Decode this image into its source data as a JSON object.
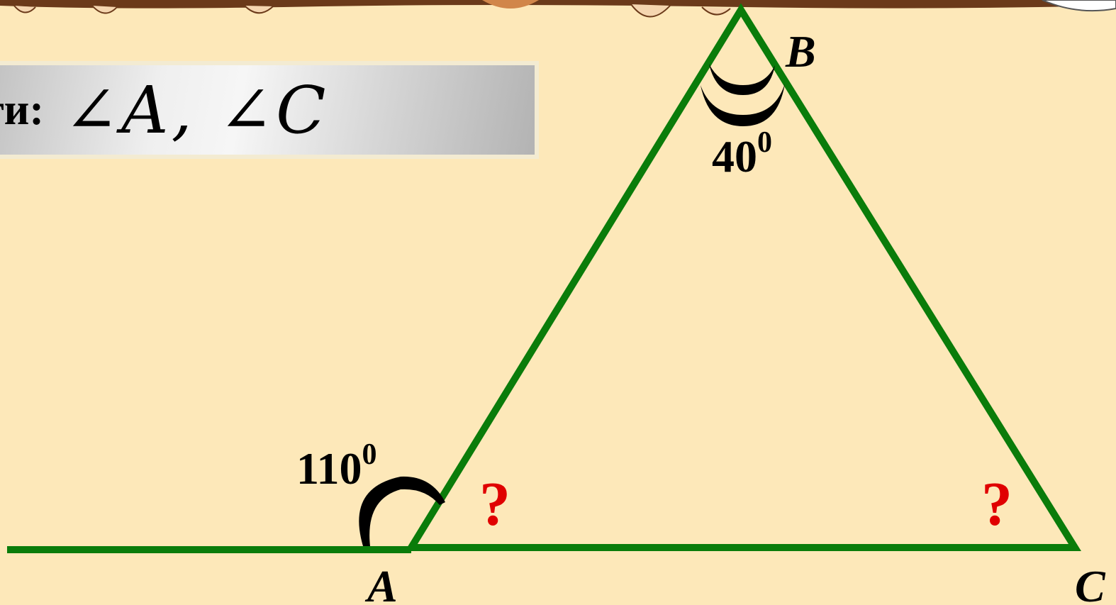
{
  "task": {
    "label": "іти:",
    "formula": "∠A, ∠C"
  },
  "diagram": {
    "vertices": {
      "A": "A",
      "B": "B",
      "C": "C"
    },
    "angle_B": {
      "value": "40",
      "superscript": "0"
    },
    "exterior_angle_A": {
      "value": "110",
      "superscript": "0"
    },
    "unknown_A": "?",
    "unknown_C": "?",
    "colors": {
      "background": "#fde8b9",
      "lines": "#0a7c0a",
      "unknown": "#e00000",
      "text": "#000000"
    }
  }
}
